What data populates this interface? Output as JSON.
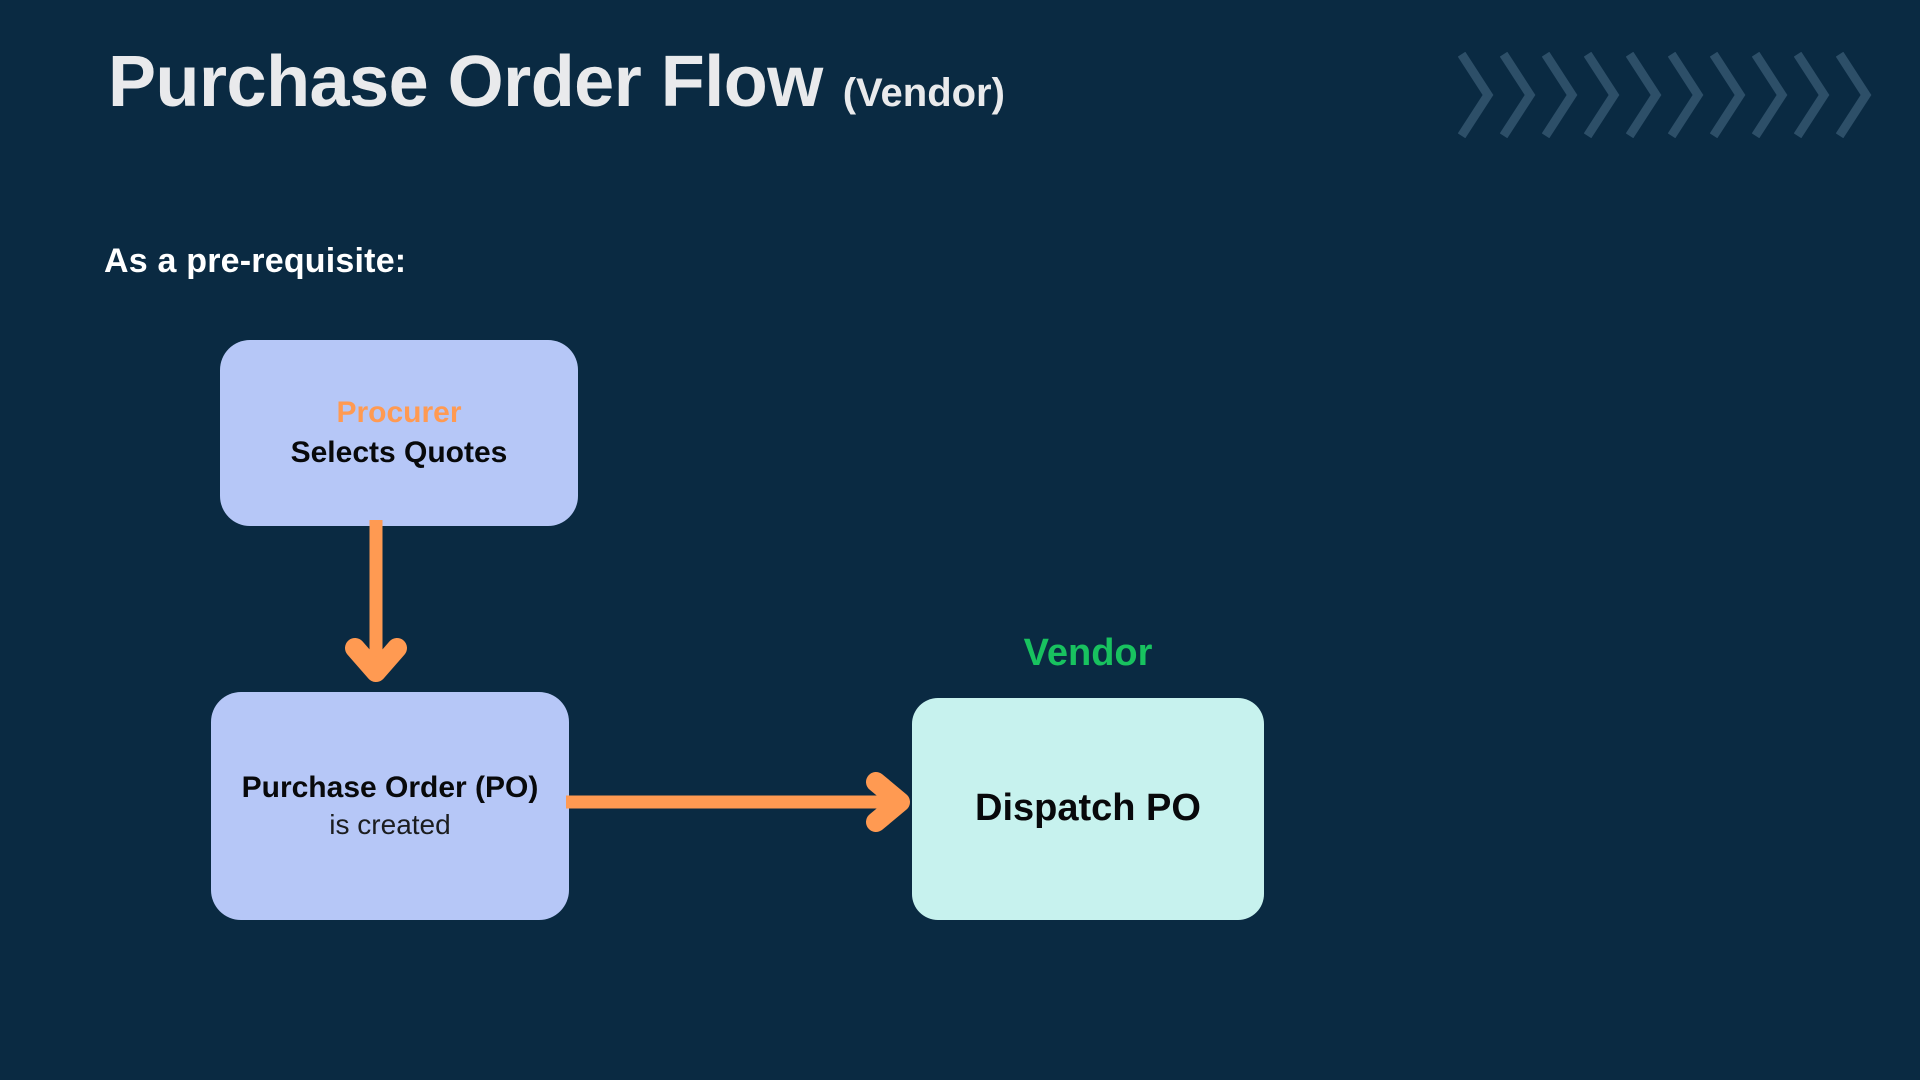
{
  "background_color": "#0a2a42",
  "header": {
    "title_main": "Purchase Order Flow",
    "title_sub": "(Vendor)",
    "title_color": "#e9eaec",
    "decoration": {
      "icon": "chevron-right-icon",
      "count": 10,
      "color": "#2d4f68"
    }
  },
  "prerequisite": {
    "label": "As a pre-requisite:",
    "color": "#ffffff"
  },
  "nodes": [
    {
      "id": "procurer",
      "role": "Procurer",
      "role_color": "#ff9a52",
      "title": "Selects Quotes",
      "subtitle": "",
      "fill": "#b6c7f7",
      "text_color": "#08090b"
    },
    {
      "id": "purchase-order",
      "role": "",
      "title": "Purchase Order (PO)",
      "subtitle": "is created",
      "fill": "#b6c7f7",
      "text_color": "#08090b"
    },
    {
      "id": "dispatch-po",
      "role": "Vendor",
      "role_color": "#18c25f",
      "title": "Dispatch PO",
      "subtitle": "",
      "fill": "#c7f2ee",
      "text_color": "#08090b"
    }
  ],
  "arrows": [
    {
      "id": "procurer-to-po",
      "direction": "down",
      "from": "procurer",
      "to": "purchase-order",
      "color": "#ff9a52"
    },
    {
      "id": "po-to-dispatch",
      "direction": "right",
      "from": "purchase-order",
      "to": "dispatch-po",
      "color": "#ff9a52"
    }
  ]
}
